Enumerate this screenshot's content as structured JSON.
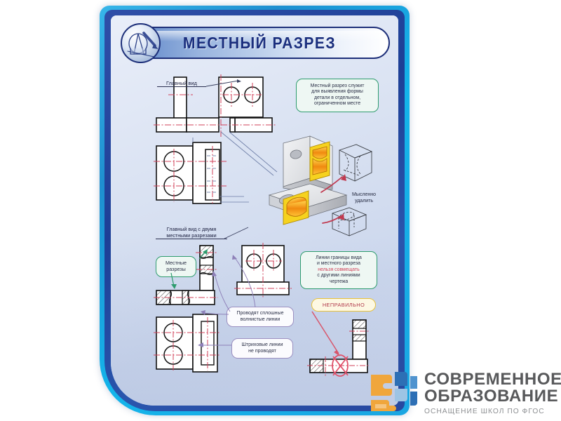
{
  "poster": {
    "title": "МЕСТНЫЙ РАЗРЕЗ",
    "badge_icon": "compass-drafting-icon",
    "colors": {
      "frame_outer": "#14b4ea",
      "frame_mid": "#1d3f96",
      "board": "#d7e0f1",
      "title_text": "#1b2f7e",
      "centerline_red": "#d1425a",
      "callout_green": "#2e9c6e",
      "callout_white_border": "#9b8fc0",
      "callout_yellow": "#e8c23c",
      "error_red": "#e0516a",
      "model_yellow": "#f2c200",
      "model_orange": "#f08a10",
      "logo_orange": "#f0a63c",
      "logo_blue": "#2d6fb5"
    }
  },
  "labels": {
    "main_view": "Главный вид",
    "main_view_two_sections": [
      "Главный вид с двумя",
      "местными разрезами"
    ]
  },
  "callouts": [
    {
      "id": "definition",
      "style": "green",
      "lines": [
        "Местный разрез служит",
        "для выявления формы",
        "детали в отдельном,",
        "ограниченном месте"
      ]
    },
    {
      "id": "local-sections",
      "style": "green",
      "lines": [
        "Местные",
        "разрезы"
      ]
    },
    {
      "id": "rule-no-merge",
      "style": "green",
      "lines": [
        "Линии границы вида",
        "и местного разреза",
        "нельзя совмещать",
        "с другими линиями",
        "чертежа"
      ],
      "highlight_line_index": 2,
      "highlight_color": "#d1425a"
    },
    {
      "id": "wavy-lines",
      "style": "white",
      "lines": [
        "Проводят сплошные",
        "волнистые линии"
      ]
    },
    {
      "id": "no-dashed",
      "style": "white",
      "lines": [
        "Штриховые линии",
        "не проводят"
      ]
    },
    {
      "id": "incorrect",
      "style": "yellow",
      "lines": [
        "НЕПРАВИЛЬНО"
      ]
    }
  ],
  "model": {
    "annotation": [
      "Мысленно",
      "удалить"
    ],
    "cut_faces": 2,
    "removed_wireframes": 2
  },
  "logo": {
    "line1": "СОВРЕМЕННОЕ",
    "line2": "ОБРАЗОВАНИЕ",
    "tagline": "ОСНАЩЕНИЕ ШКОЛ ПО ФГОС",
    "mark": "puzzle-blocks-icon"
  }
}
